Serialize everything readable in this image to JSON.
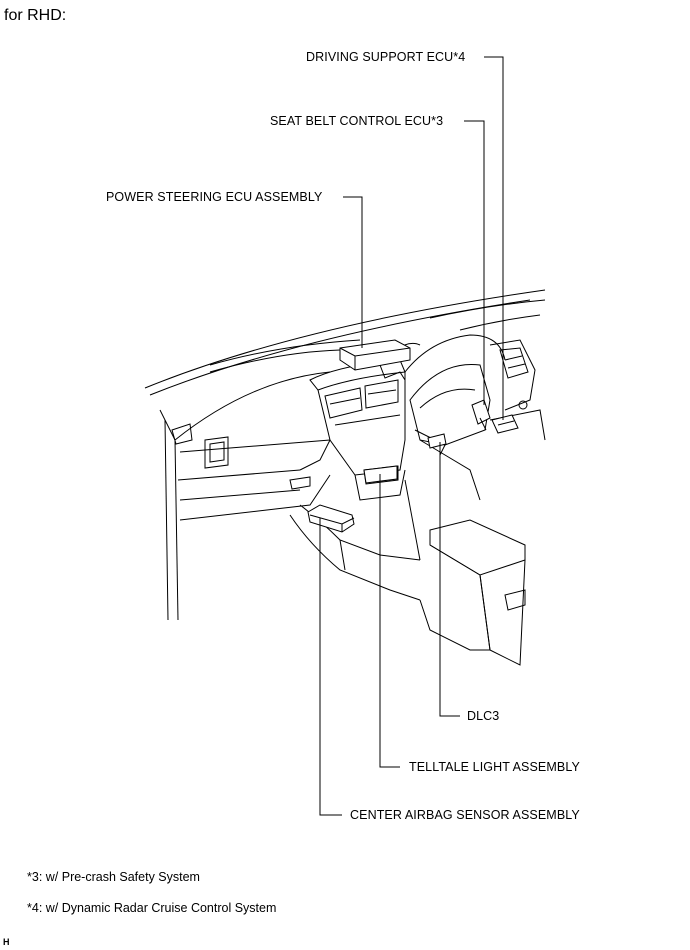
{
  "heading": "for RHD:",
  "callouts": {
    "driving_support_ecu": "DRIVING SUPPORT ECU*4",
    "seat_belt_control_ecu": "SEAT BELT CONTROL ECU*3",
    "power_steering_ecu": "POWER STEERING ECU ASSEMBLY",
    "dlc3": "DLC3",
    "telltale_light": "TELLTALE LIGHT ASSEMBLY",
    "center_airbag_sensor": "CENTER AIRBAG SENSOR ASSEMBLY"
  },
  "footnotes": [
    "*3: w/ Pre-crash Safety System",
    "*4: w/ Dynamic Radar Cruise Control System"
  ],
  "corner_mark": "H"
}
